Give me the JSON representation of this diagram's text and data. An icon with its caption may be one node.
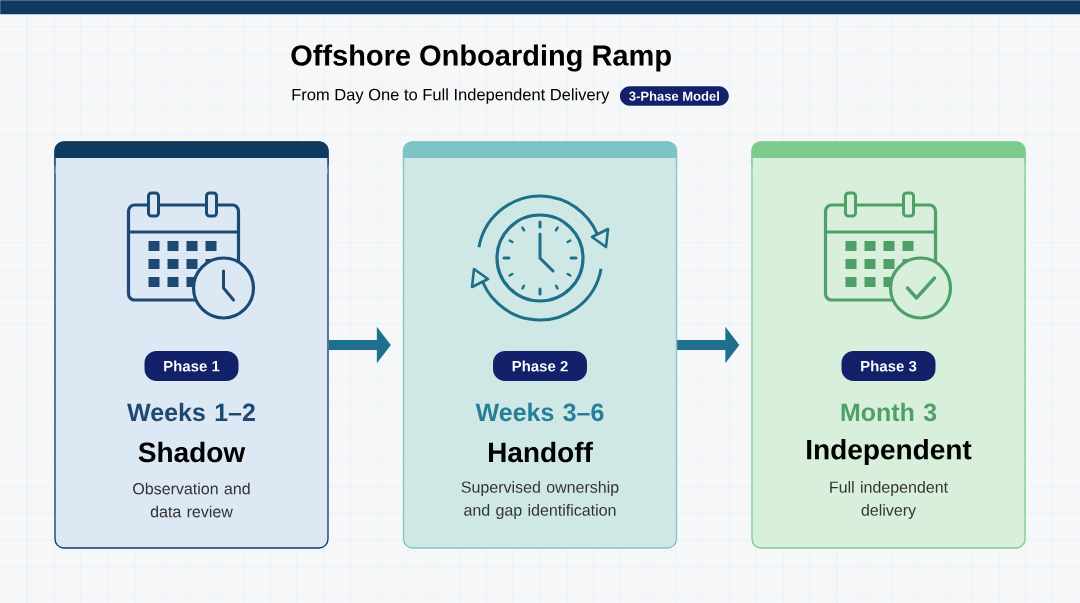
{
  "diagram": {
    "title": "Offshore Onboarding Ramp",
    "labels": [
      "From Day One to Full Independent Delivery"
    ],
    "nodes": [
      {
        "text": [
          "3-Phase Model"
        ]
      },
      {
        "text": [
          "Weeks 1–2",
          "Shadow",
          "Observation and data review"
        ]
      },
      {
        "text": [
          "Phase 1"
        ],
        "in": 1
      },
      {
        "text": [
          "Weeks 3–6",
          "Handoff",
          "Supervised ownership and gap identification"
        ]
      },
      {
        "text": [
          "Phase 2"
        ],
        "in": 3
      },
      {
        "text": [
          "Month 3",
          "Independent",
          "Full independent delivery"
        ]
      },
      {
        "text": [
          "Phase 3"
        ],
        "in": 5
      },
      {
        "text": [],
        "shape": "bar"
      }
    ],
    "edges": [
      {
        "from": 1,
        "to": 3,
        "arrow": "to"
      },
      {
        "from": 3,
        "to": 5,
        "arrow": "to"
      }
    ]
  }
}
